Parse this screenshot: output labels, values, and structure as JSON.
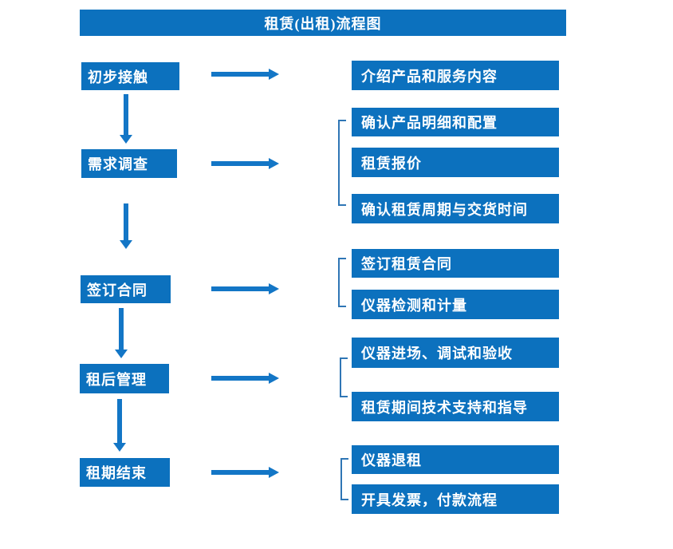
{
  "title": "租赁(出租)流程图",
  "colors": {
    "box": "#0c71be",
    "arrow": "#1376c6",
    "bracket": "#2f76b5"
  },
  "stages": [
    {
      "label": "初步接触",
      "outputs": [
        "介绍产品和服务内容"
      ]
    },
    {
      "label": "需求调查",
      "outputs": [
        "确认产品明细和配置",
        "租赁报价",
        "确认租赁周期与交货时间"
      ]
    },
    {
      "label": "签订合同",
      "outputs": [
        "签订租赁合同",
        "仪器检测和计量"
      ]
    },
    {
      "label": "租后管理",
      "outputs": [
        "仪器进场、调试和验收",
        "租赁期间技术支持和指导"
      ]
    },
    {
      "label": "租期结束",
      "outputs": [
        "仪器退租",
        "开具发票，付款流程"
      ]
    }
  ]
}
